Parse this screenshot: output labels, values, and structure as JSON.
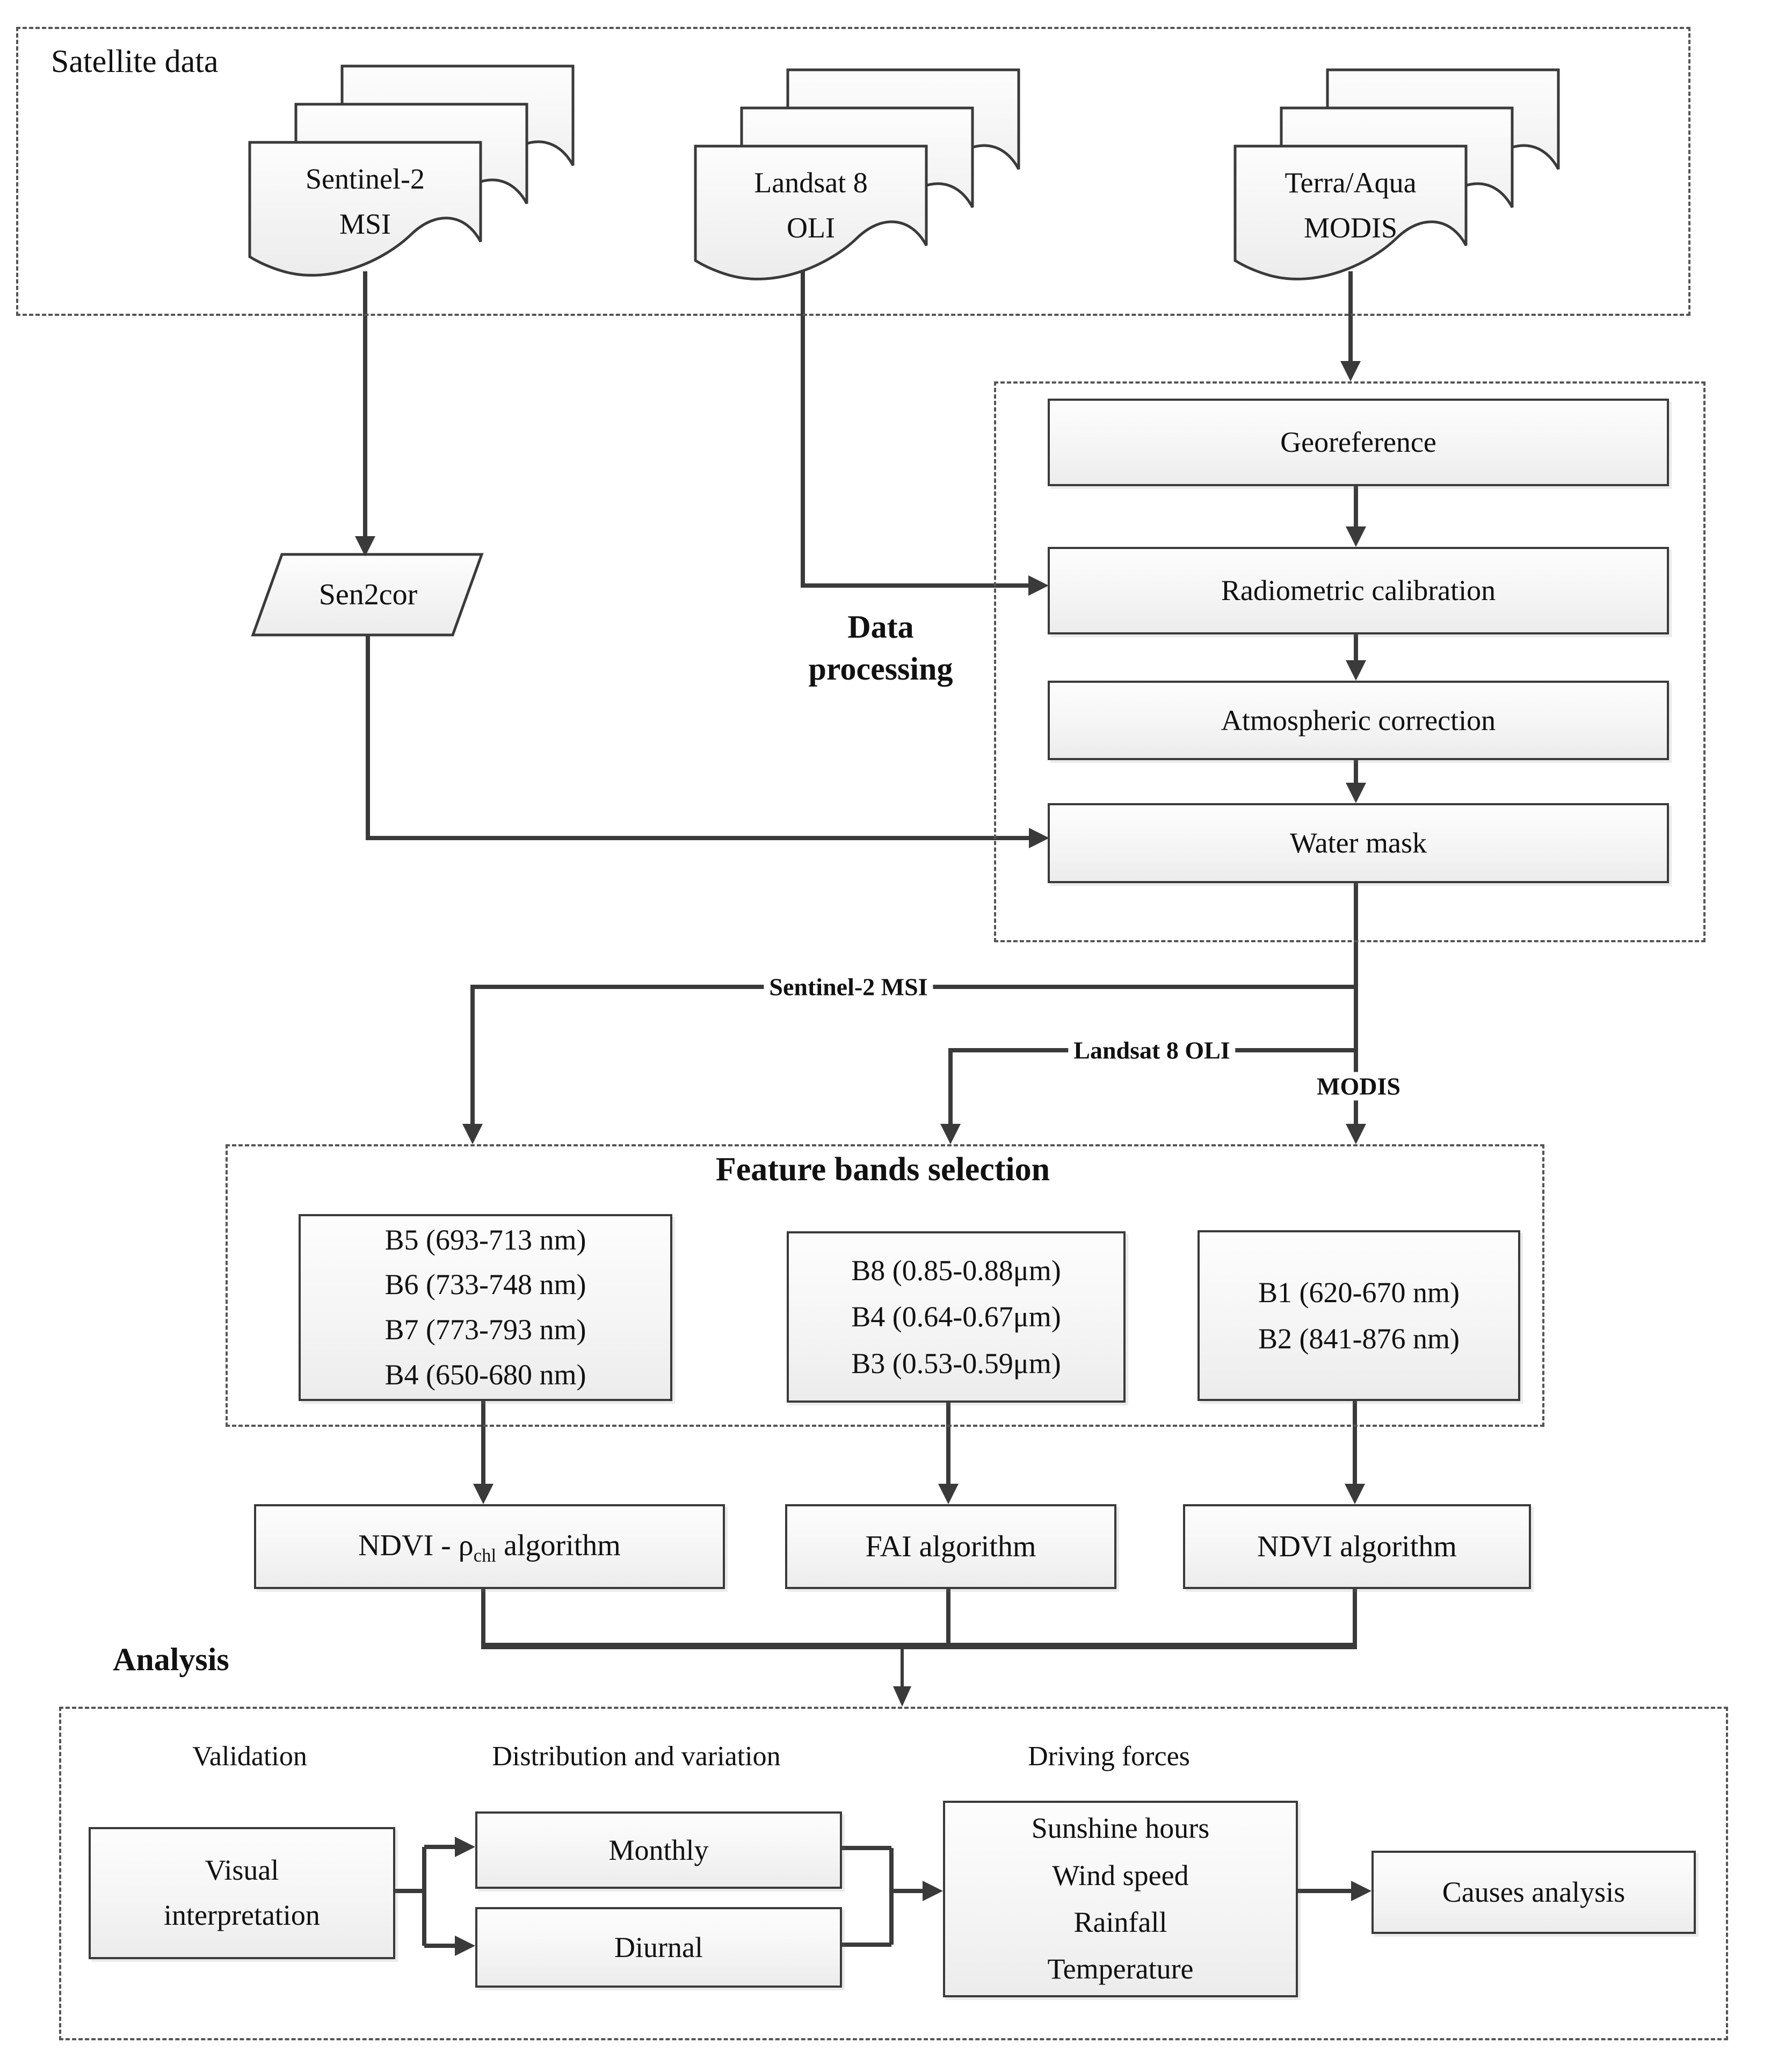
{
  "diagram": {
    "satellite_section": {
      "label": "Satellite data",
      "documents": [
        {
          "line1": "Sentinel-2",
          "line2": "MSI"
        },
        {
          "line1": "Landsat 8",
          "line2": "OLI"
        },
        {
          "line1": "Terra/Aqua",
          "line2": "MODIS"
        }
      ]
    },
    "sen2cor": {
      "label": "Sen2cor"
    },
    "data_processing": {
      "label_line1": "Data",
      "label_line2": "processing",
      "steps": [
        "Georeference",
        "Radiometric calibration",
        "Atmospheric correction",
        "Water mask"
      ]
    },
    "connector_labels": {
      "sentinel": "Sentinel-2 MSI",
      "landsat": "Landsat 8 OLI",
      "modis": "MODIS"
    },
    "feature_bands": {
      "title": "Feature bands selection",
      "sentinel_bands": [
        "B5 (693-713 nm)",
        "B6 (733-748 nm)",
        "B7 (773-793 nm)",
        "B4 (650-680 nm)"
      ],
      "landsat_bands": [
        "B8 (0.85-0.88μm)",
        "B4 (0.64-0.67μm)",
        "B3 (0.53-0.59μm)"
      ],
      "modis_bands": [
        "B1 (620-670 nm)",
        "B2 (841-876 nm)"
      ]
    },
    "algorithms": {
      "ndvi_chl_prefix": "NDVI - ρ",
      "ndvi_chl_sub": "chl",
      "ndvi_chl_suffix": " algorithm",
      "fai": "FAI algorithm",
      "ndvi": "NDVI algorithm"
    },
    "analysis": {
      "label": "Analysis",
      "headers": {
        "validation": "Validation",
        "distribution": "Distribution and variation",
        "driving": "Driving forces"
      },
      "visual_line1": "Visual",
      "visual_line2": "interpretation",
      "monthly": "Monthly",
      "diurnal": "Diurnal",
      "driving_items": [
        "Sunshine hours",
        "Wind speed",
        "Rainfall",
        "Temperature"
      ],
      "causes": "Causes analysis"
    }
  },
  "colors": {
    "line": "#3a3a3a",
    "box_border": "#3a3a3a",
    "dashed_border": "#555555",
    "box_fill_top": "#fdfdfd",
    "box_fill_bottom": "#ececec"
  }
}
